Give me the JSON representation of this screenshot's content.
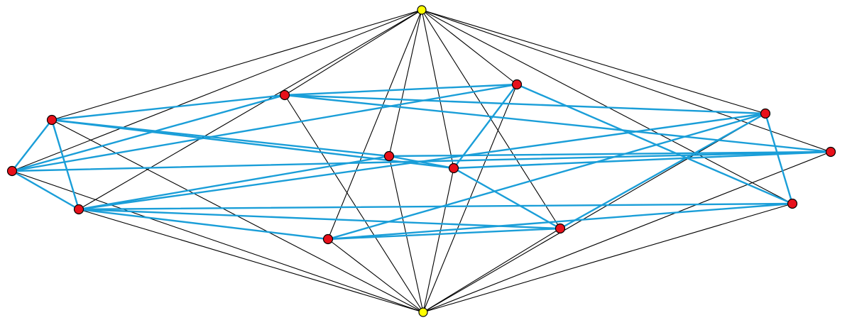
{
  "diagram": {
    "colors": {
      "background": "#ffffff",
      "black_edges": "#000000",
      "blue_edges": "#1a9ed8",
      "apex_vertex": "#ffff00",
      "ring_vertex": "#e8101a",
      "vertex_outline": "#000000"
    },
    "vertex_types": {
      "apex_top": "apex",
      "apex_bottom": "apex",
      "v01": "ring",
      "v02": "ring",
      "v03": "ring",
      "v04": "ring",
      "v05": "ring",
      "v06": "ring",
      "v07": "ring",
      "v08": "ring",
      "v09": "ring",
      "v10": "ring",
      "v11": "ring",
      "v12": "ring"
    },
    "black_edges": [
      [
        "apex_top",
        "v01"
      ],
      [
        "apex_top",
        "v02"
      ],
      [
        "apex_top",
        "v03"
      ],
      [
        "apex_top",
        "v04"
      ],
      [
        "apex_top",
        "v05"
      ],
      [
        "apex_top",
        "v06"
      ],
      [
        "apex_top",
        "v07"
      ],
      [
        "apex_top",
        "v08"
      ],
      [
        "apex_top",
        "v09"
      ],
      [
        "apex_top",
        "v10"
      ],
      [
        "apex_top",
        "v11"
      ],
      [
        "apex_top",
        "v12"
      ],
      [
        "apex_bottom",
        "v01"
      ],
      [
        "apex_bottom",
        "v02"
      ],
      [
        "apex_bottom",
        "v03"
      ],
      [
        "apex_bottom",
        "v04"
      ],
      [
        "apex_bottom",
        "v05"
      ],
      [
        "apex_bottom",
        "v06"
      ],
      [
        "apex_bottom",
        "v07"
      ],
      [
        "apex_bottom",
        "v08"
      ],
      [
        "apex_bottom",
        "v09"
      ],
      [
        "apex_bottom",
        "v10"
      ],
      [
        "apex_bottom",
        "v11"
      ],
      [
        "apex_bottom",
        "v12"
      ]
    ],
    "blue_edges": [
      [
        "v01",
        "v02"
      ],
      [
        "v01",
        "v03"
      ],
      [
        "v01",
        "v04"
      ],
      [
        "v01",
        "v07"
      ],
      [
        "v01",
        "v06"
      ],
      [
        "v02",
        "v03"
      ],
      [
        "v02",
        "v11"
      ],
      [
        "v02",
        "v05"
      ],
      [
        "v02",
        "v04"
      ],
      [
        "v03",
        "v06"
      ],
      [
        "v03",
        "v09"
      ],
      [
        "v03",
        "v10"
      ],
      [
        "v03",
        "v08"
      ],
      [
        "v03",
        "v12"
      ],
      [
        "v04",
        "v05"
      ],
      [
        "v04",
        "v11"
      ],
      [
        "v04",
        "v10"
      ],
      [
        "v05",
        "v12"
      ],
      [
        "v05",
        "v07"
      ],
      [
        "v06",
        "v07"
      ],
      [
        "v06",
        "v11"
      ],
      [
        "v07",
        "v09"
      ],
      [
        "v07",
        "v11"
      ],
      [
        "v08",
        "v09"
      ],
      [
        "v08",
        "v12"
      ],
      [
        "v08",
        "v10"
      ],
      [
        "v09",
        "v10"
      ],
      [
        "v10",
        "v12"
      ]
    ]
  }
}
